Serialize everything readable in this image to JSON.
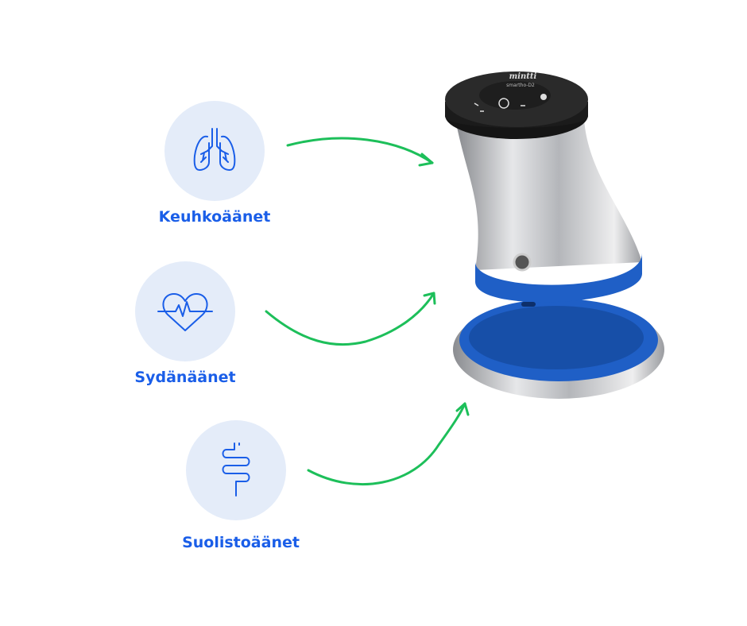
{
  "items": [
    {
      "label": "Keuhkoäänet",
      "icon": "lungs-icon"
    },
    {
      "label": "Sydänäänet",
      "icon": "heart-pulse-icon"
    },
    {
      "label": "Suolistoäänet",
      "icon": "intestine-icon"
    }
  ],
  "device": {
    "brand": "mintti",
    "model": "smartho-D2"
  },
  "colors": {
    "accent": "#1a5ee8",
    "circle": "#e4ecf9",
    "arrow": "#1dbf5a",
    "device_blue": "#1f5fc6"
  }
}
